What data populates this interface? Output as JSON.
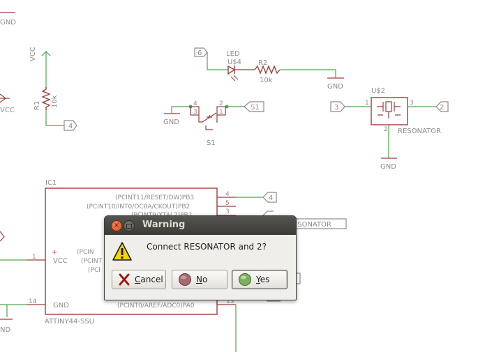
{
  "schematic": {
    "labels": {
      "gnd_top_left": "GND",
      "vcc_vertical": "VCC",
      "vcc_left": "VCC",
      "r1_name": "R1",
      "r1_value": "10k",
      "net_4_left": "4",
      "net_6": "6",
      "led_name": "LED",
      "led_ref": "U$4",
      "r2_name": "R2",
      "r2_value": "10k",
      "gnd_led": "GND",
      "switch_pin4": "4",
      "switch_pin3": "3",
      "switch_pin2": "2",
      "switch_pin1": "1",
      "s1_net": "S1",
      "s1_name": "S1",
      "gnd_switch": "GND",
      "u2_ref": "U$2",
      "res_pin1": "1",
      "res_pin3": "3",
      "res_pin2": "2",
      "net_3": "3",
      "net_2": "2",
      "resonator_label": "RESONATOR",
      "gnd_resonator": "GND",
      "ic1_ref": "IC1",
      "pb3": "(PCINT11/RESET/DW)PB3",
      "pb2": "(PCINT10/INT0/OC0A/CKOUT)PB2",
      "pb1_partial": "(PCINT9/XTAL2)PB1",
      "pin4": "4",
      "pin5": "5",
      "pin3": "3",
      "net_4_right": "4",
      "resonator_net_right": "RESONATOR",
      "plus": "+",
      "vcc_pin": "VCC",
      "gnd_pin": "GND",
      "pin1": "1",
      "pin14": "14",
      "pin13": "13",
      "pa0": "(PCINT0/AREF/ADC0)PA0",
      "left_frag1": "(PCIN",
      "left_frag2": "(PCINT",
      "left_frag3": "(PCI",
      "ic_part": "ATTINY44-SSU",
      "gnd_bottom_left": "ND"
    }
  },
  "dialog": {
    "title": "Warning",
    "message": "Connect RESONATOR and 2?",
    "buttons": {
      "cancel": {
        "mnemonic": "C",
        "rest": "ancel"
      },
      "no": {
        "mnemonic": "N",
        "rest": "o"
      },
      "yes": {
        "mnemonic": "Y",
        "rest": "es"
      }
    }
  },
  "colors": {
    "wire": "#4ca64c",
    "component": "#a03c3c",
    "label": "#8c8c8c"
  }
}
